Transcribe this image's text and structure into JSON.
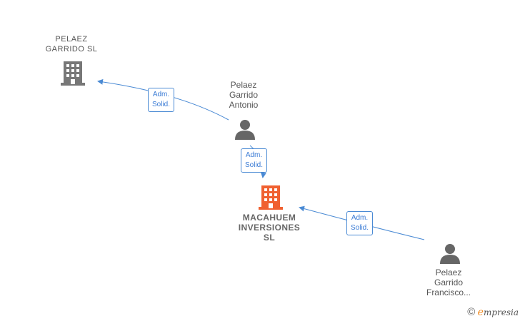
{
  "nodes": {
    "pelaez_sl": {
      "line1": "PELAEZ",
      "line2": "GARRIDO  SL"
    },
    "antonio": {
      "line1": "Pelaez",
      "line2": "Garrido",
      "line3": "Antonio"
    },
    "macahuem": {
      "line1": "MACAHUEM",
      "line2": "INVERSIONES",
      "line3": "SL"
    },
    "francisco": {
      "line1": "Pelaez",
      "line2": "Garrido",
      "line3": "Francisco..."
    }
  },
  "edges": [
    {
      "line1": "Adm.",
      "line2": "Solid."
    },
    {
      "line1": "Adm.",
      "line2": "Solid."
    },
    {
      "line1": "Adm.",
      "line2": "Solid."
    }
  ],
  "colors": {
    "edge": "#4a8ad4",
    "company": "#777777",
    "focus": "#f06030",
    "person": "#666666"
  },
  "footer": {
    "copyright": "©",
    "brand_first": "e",
    "brand_rest": "mpresia"
  }
}
